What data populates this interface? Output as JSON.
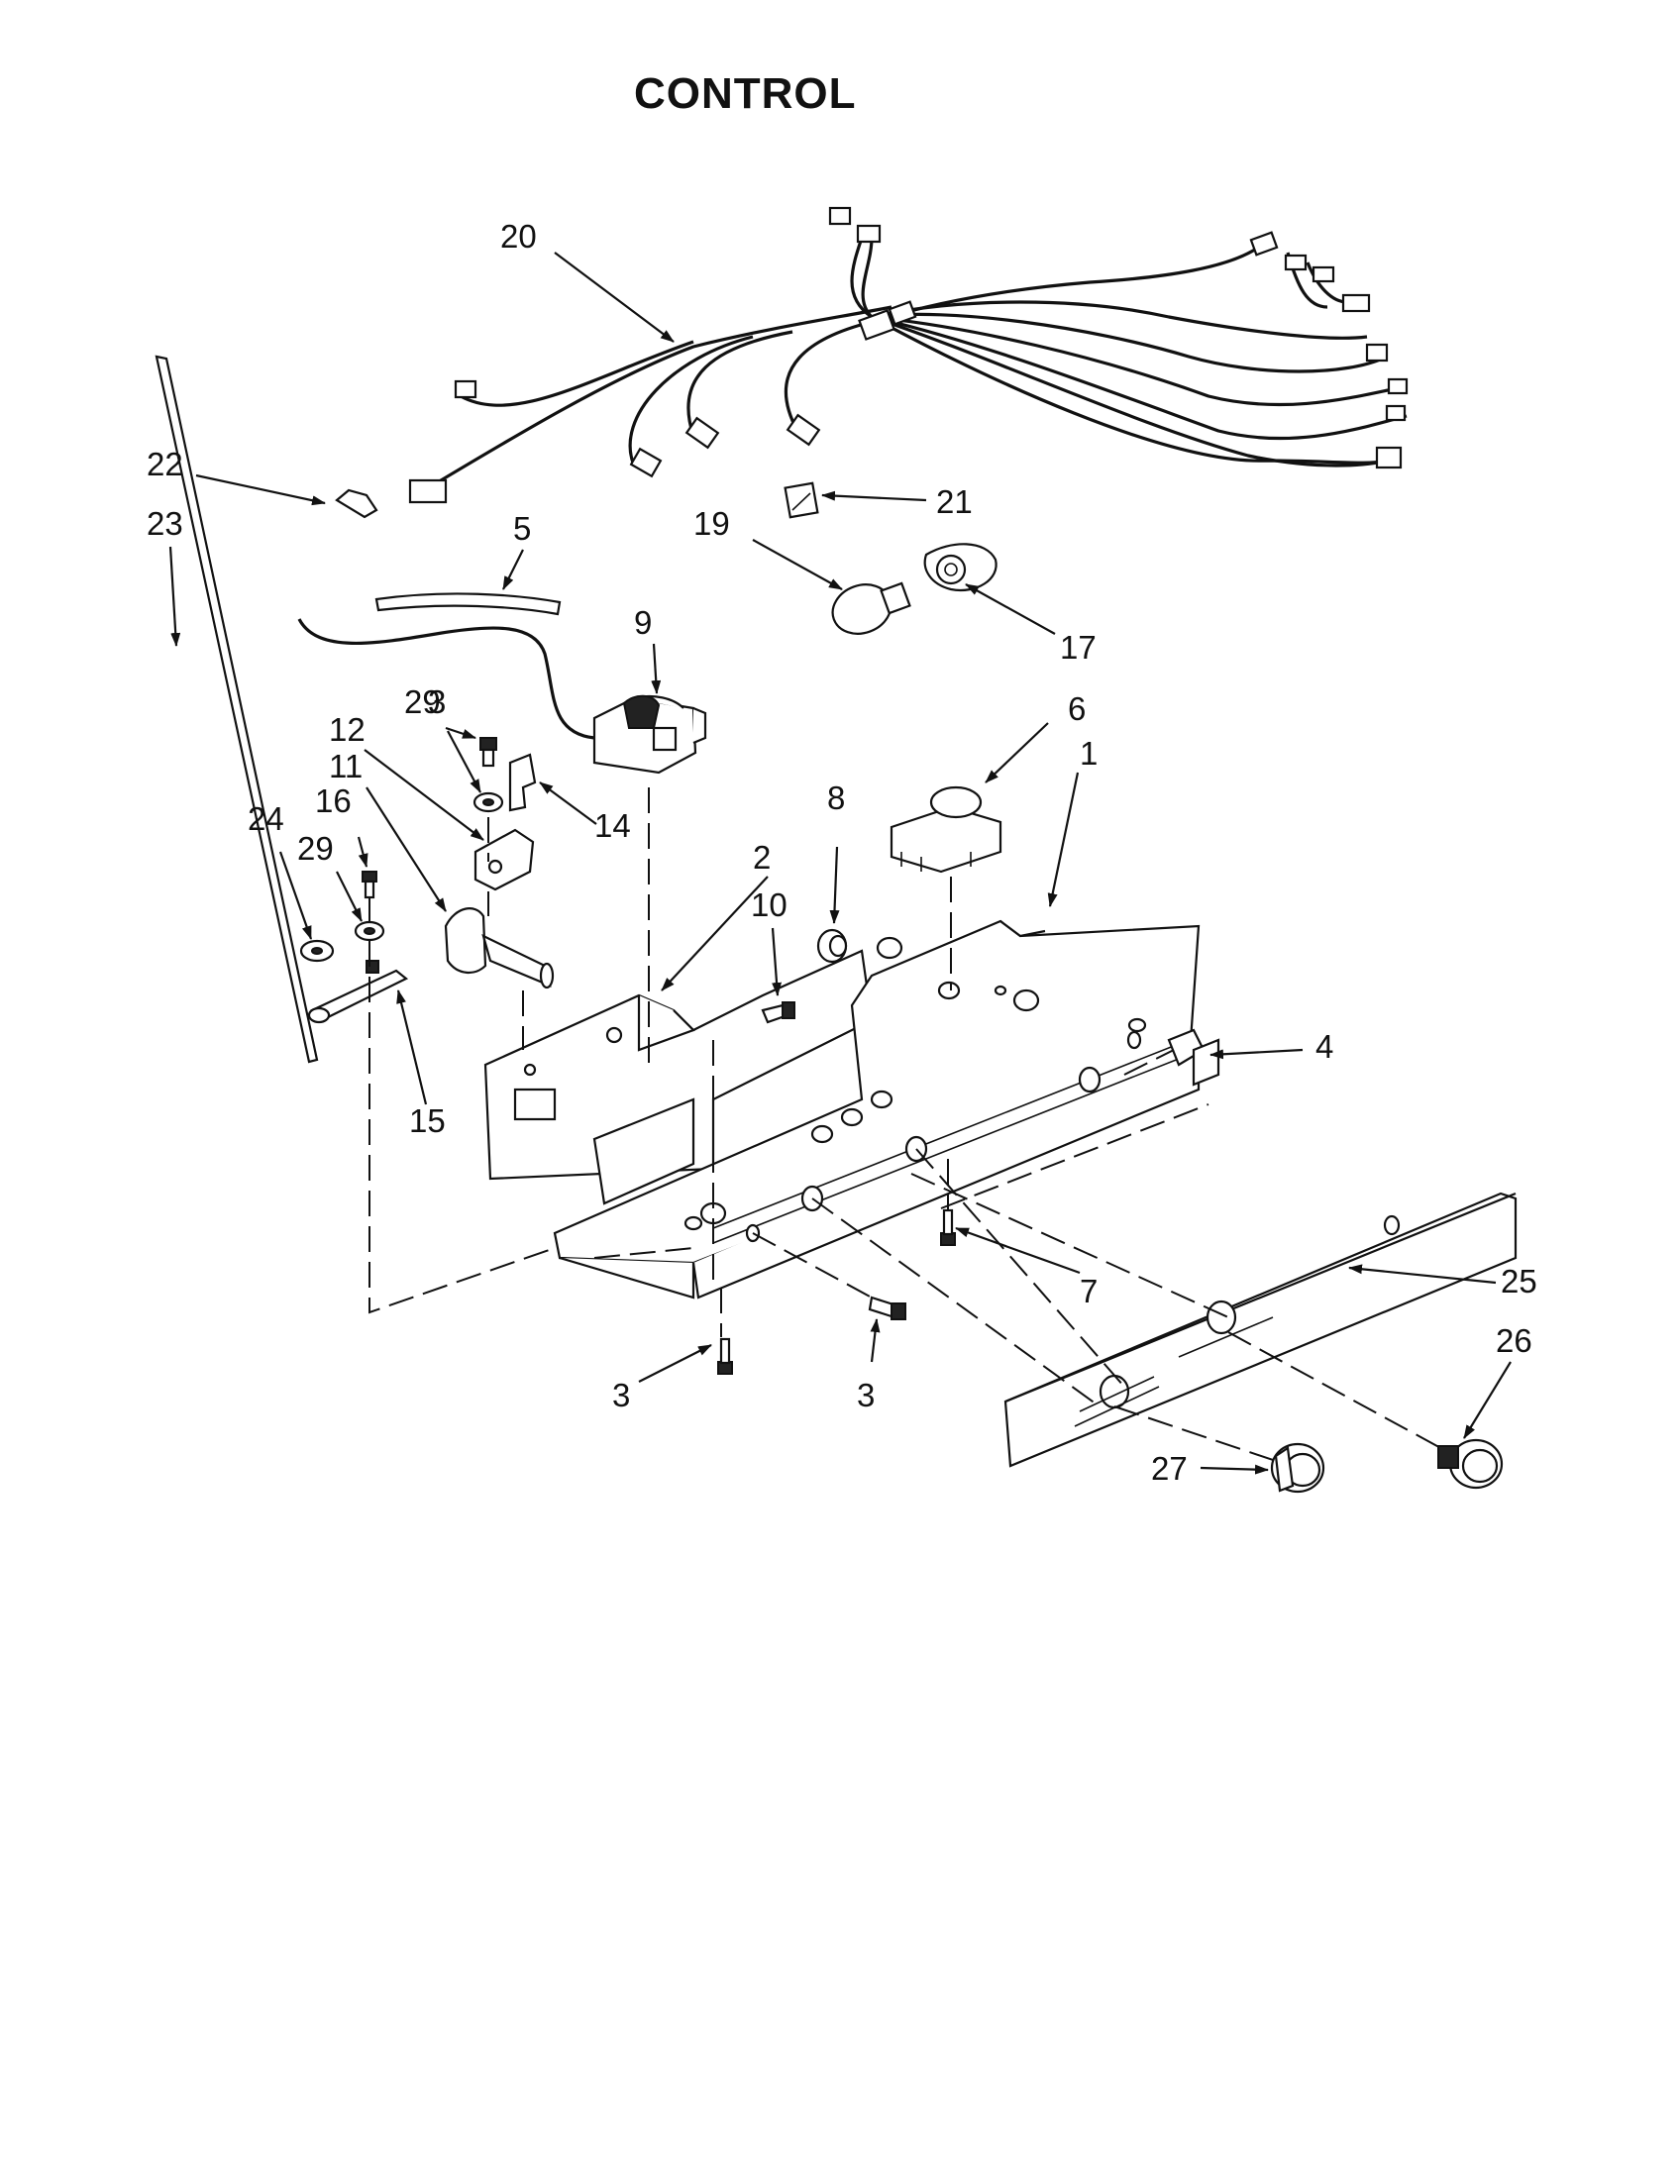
{
  "title": "CONTROL",
  "callouts": [
    {
      "id": "c1",
      "label": "1"
    },
    {
      "id": "c2",
      "label": "2"
    },
    {
      "id": "c3a",
      "label": "3"
    },
    {
      "id": "c3b",
      "label": "3"
    },
    {
      "id": "c3c",
      "label": "3"
    },
    {
      "id": "c4",
      "label": "4"
    },
    {
      "id": "c5",
      "label": "5"
    },
    {
      "id": "c6",
      "label": "6"
    },
    {
      "id": "c7",
      "label": "7"
    },
    {
      "id": "c8",
      "label": "8"
    },
    {
      "id": "c9",
      "label": "9"
    },
    {
      "id": "c10",
      "label": "10"
    },
    {
      "id": "c11",
      "label": "11"
    },
    {
      "id": "c12",
      "label": "12"
    },
    {
      "id": "c14",
      "label": "14"
    },
    {
      "id": "c15",
      "label": "15"
    },
    {
      "id": "c16",
      "label": "16"
    },
    {
      "id": "c17",
      "label": "17"
    },
    {
      "id": "c19",
      "label": "19"
    },
    {
      "id": "c20",
      "label": "20"
    },
    {
      "id": "c21",
      "label": "21"
    },
    {
      "id": "c22",
      "label": "22"
    },
    {
      "id": "c23",
      "label": "23"
    },
    {
      "id": "c24",
      "label": "24"
    },
    {
      "id": "c25",
      "label": "25"
    },
    {
      "id": "c26",
      "label": "26"
    },
    {
      "id": "c27",
      "label": "27"
    },
    {
      "id": "c29a",
      "label": "29"
    },
    {
      "id": "c29b",
      "label": "29"
    }
  ]
}
